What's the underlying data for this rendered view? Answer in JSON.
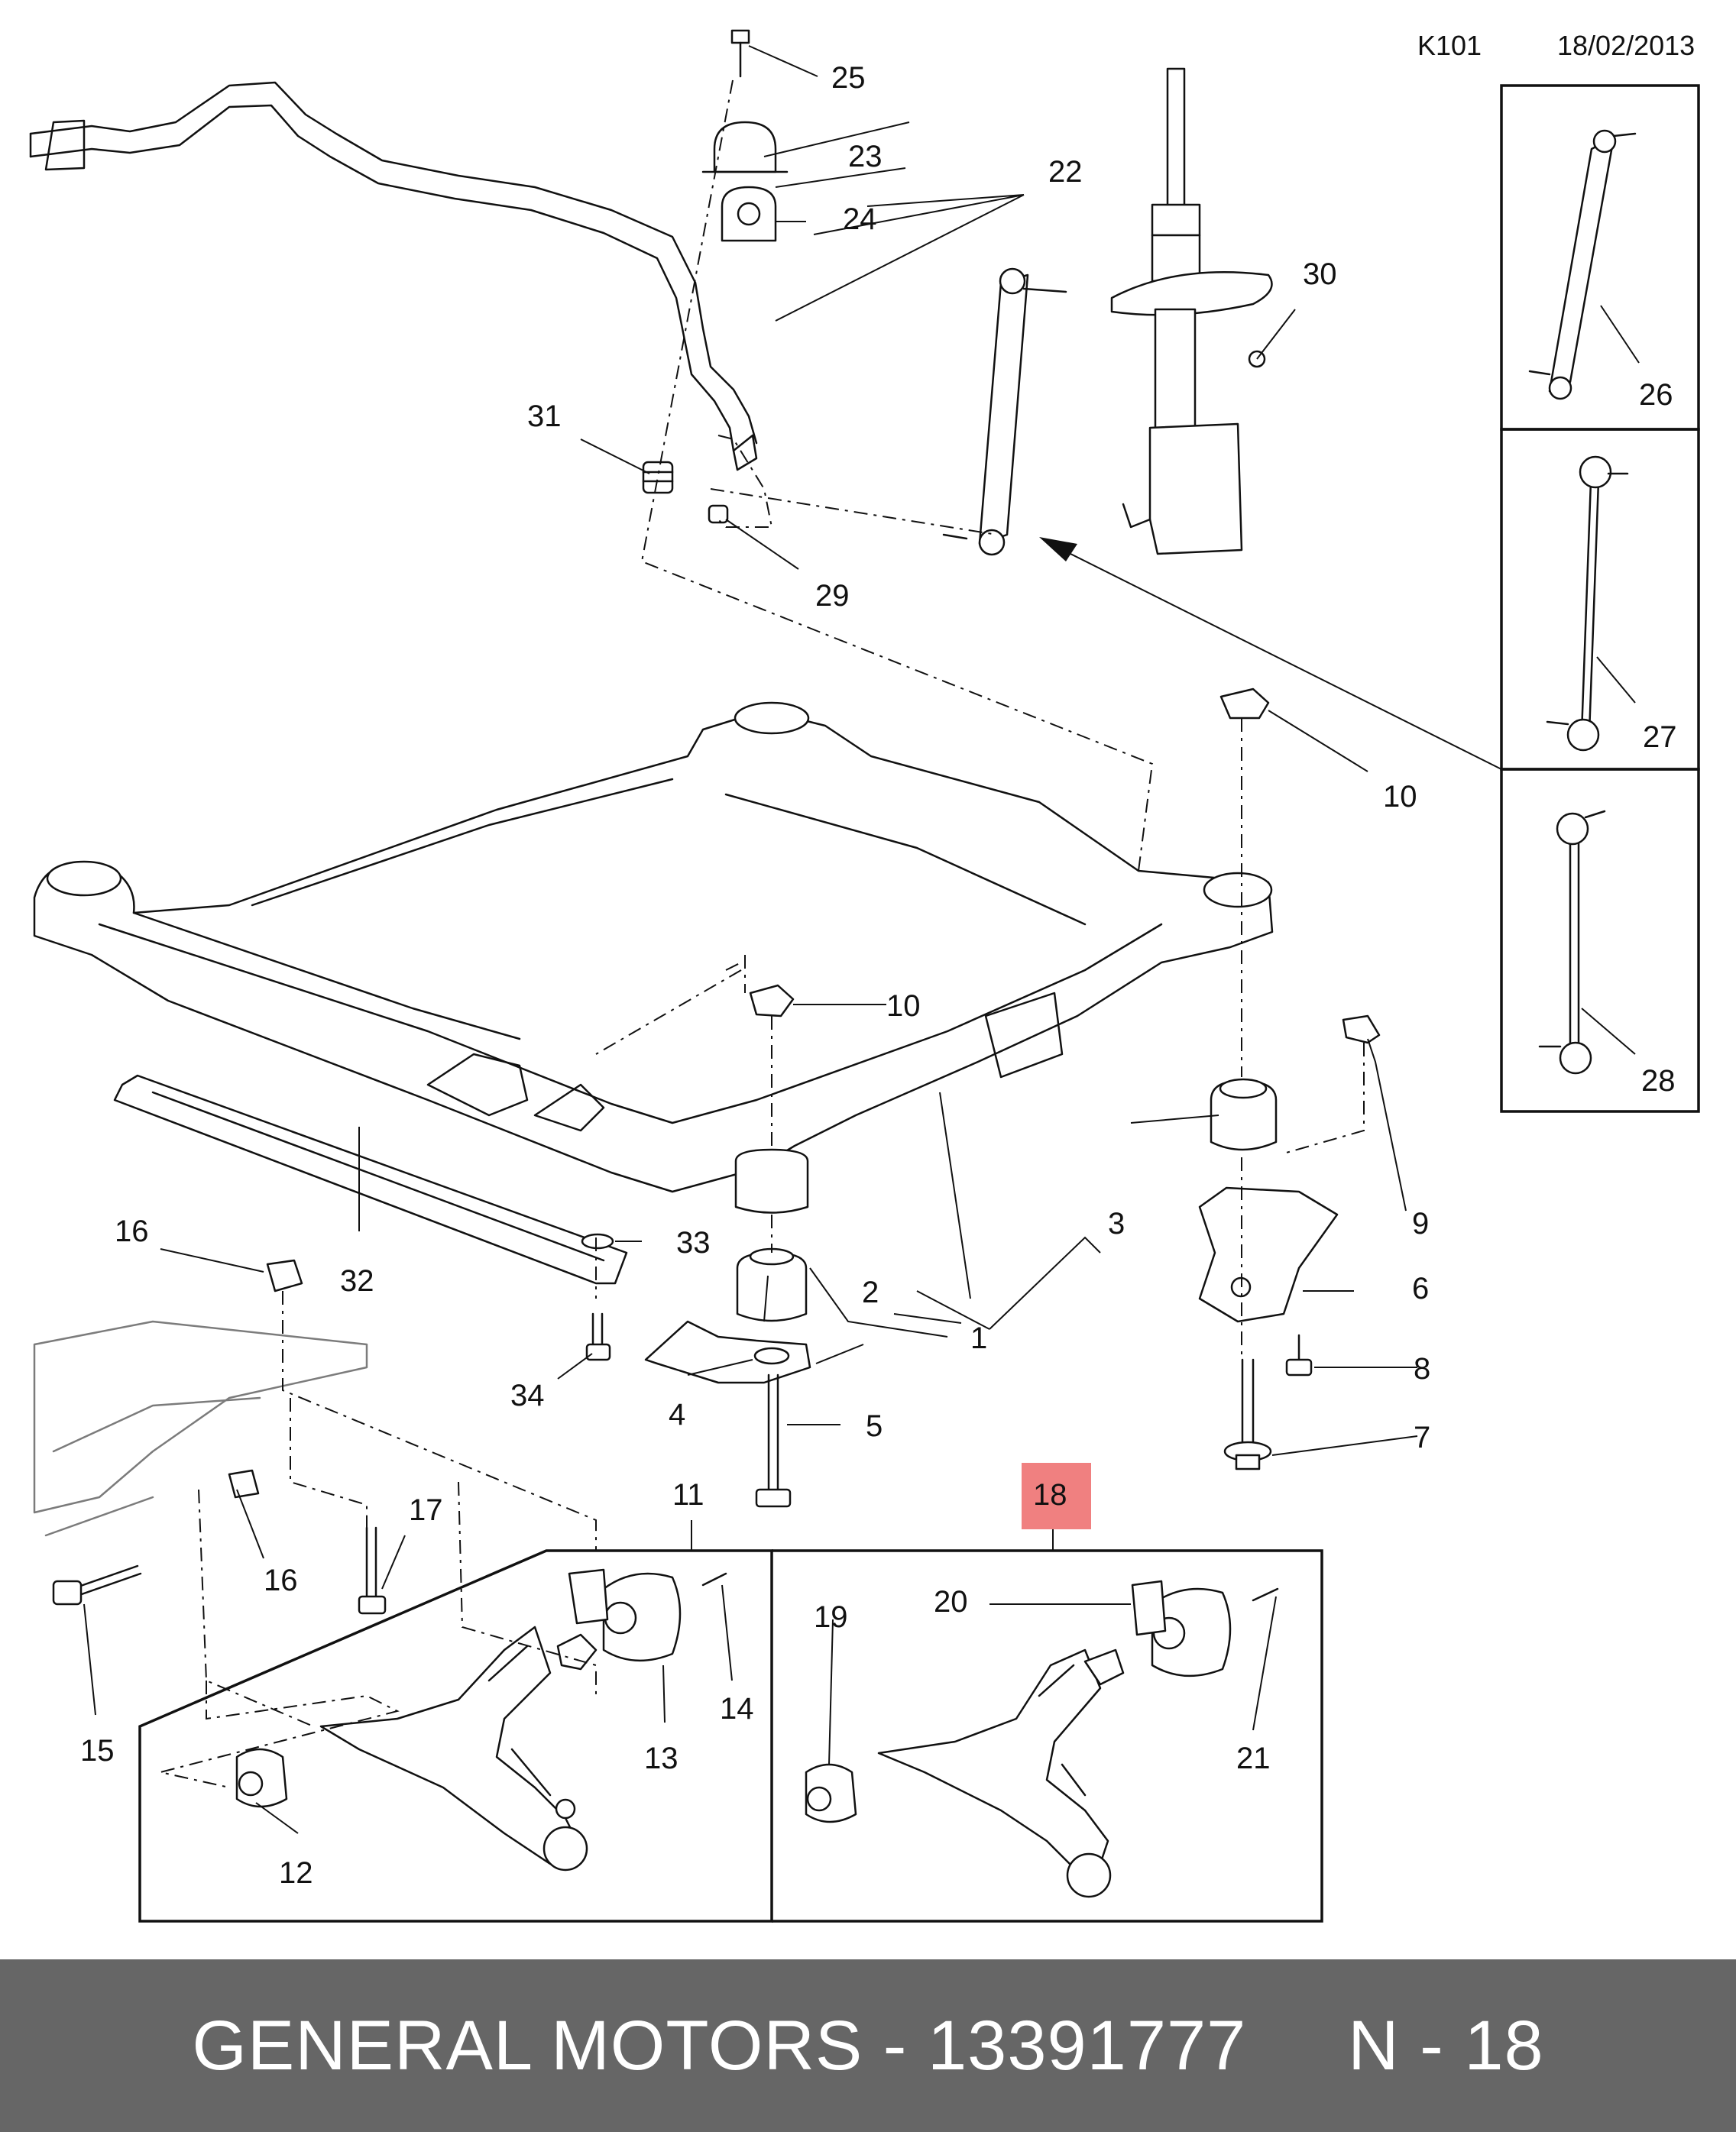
{
  "header": {
    "code": "K101",
    "date": "18/02/2013"
  },
  "callouts": {
    "c1": "1",
    "c2": "2",
    "c3": "3",
    "c4": "4",
    "c5": "5",
    "c6": "6",
    "c7": "7",
    "c8": "8",
    "c9": "9",
    "c10a": "10",
    "c10b": "10",
    "c11": "11",
    "c12": "12",
    "c13": "13",
    "c14": "14",
    "c15": "15",
    "c16a": "16",
    "c16b": "16",
    "c17": "17",
    "c18": "18",
    "c19": "19",
    "c20": "20",
    "c21": "21",
    "c22": "22",
    "c23": "23",
    "c24": "24",
    "c25": "25",
    "c26": "26",
    "c27": "27",
    "c28": "28",
    "c29": "29",
    "c30": "30",
    "c31": "31",
    "c32": "32",
    "c33": "33",
    "c34": "34"
  },
  "highlight": {
    "part": "18",
    "color": "#f08080"
  },
  "footer": {
    "text": "GENERAL MOTORS - 13391777     N - 18",
    "background": "#666666"
  }
}
